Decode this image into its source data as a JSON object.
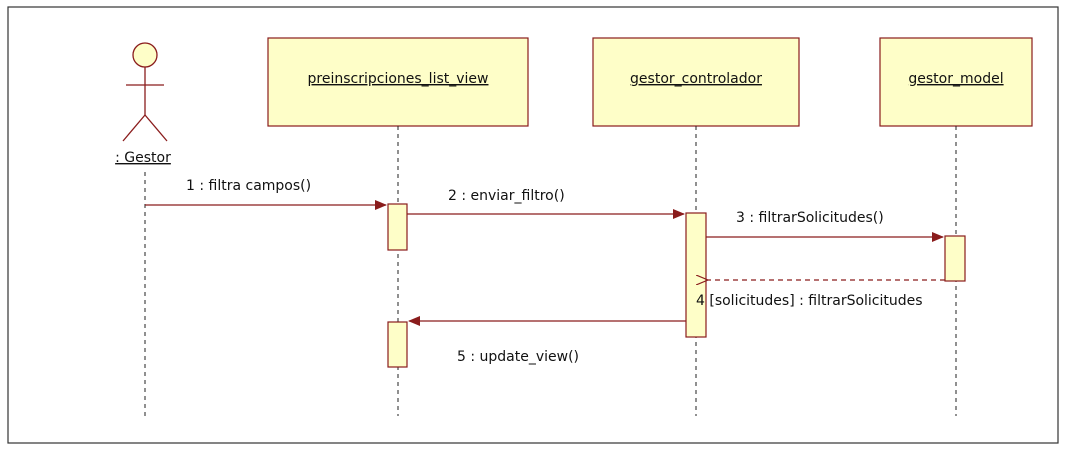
{
  "colors": {
    "box_fill": "#fefec8",
    "stroke": "#8a1c1c",
    "line": "#222222",
    "frame": "#333333"
  },
  "actor": {
    "name": ": Gestor",
    "icon": "stick-figure-icon"
  },
  "lifelines": [
    {
      "name": "preinscripciones_list_view"
    },
    {
      "name": "gestor_controlador"
    },
    {
      "name": "gestor_model"
    }
  ],
  "messages": [
    {
      "label": "1 : filtra campos()",
      "type": "sync"
    },
    {
      "label": "2 : enviar_filtro()",
      "type": "sync"
    },
    {
      "label": "3 : filtrarSolicitudes()",
      "type": "sync"
    },
    {
      "label": "4 [solicitudes] : filtrarSolicitudes",
      "type": "return"
    },
    {
      "label": "5 : update_view()",
      "type": "sync"
    }
  ]
}
